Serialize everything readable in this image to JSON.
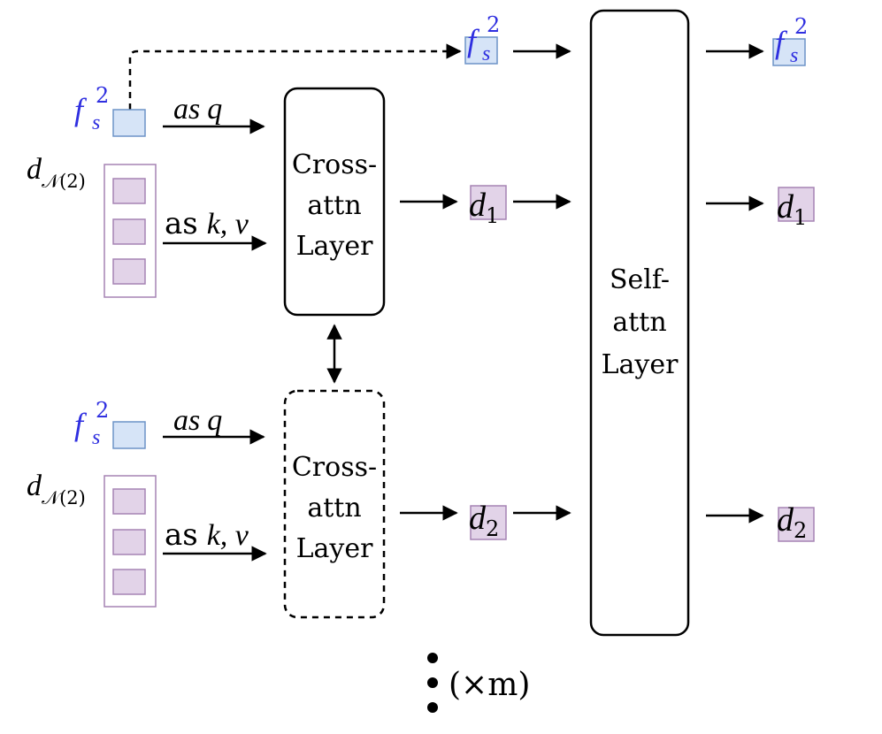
{
  "colors": {
    "feature_fill": "#d6e4f7",
    "feature_stroke": "#6d93c7",
    "feature_text": "#2f2fe0",
    "neighbor_fill": "#e2d3e8",
    "neighbor_stroke": "#a583b4",
    "line": "#000000"
  },
  "labels": {
    "fs_base": "f",
    "fs_sub": "s",
    "fs_sup": "2",
    "dn_base": "d",
    "dn_sub": "𝒩(2)",
    "as_q_prefix": "as",
    "as_q_var": "q",
    "as_kv_prefix": "as",
    "as_kv_vars": "k, v",
    "cross_line1": "Cross-",
    "cross_line2": "attn",
    "cross_line3": "Layer",
    "self_line1": "Self-",
    "self_line2": "attn",
    "self_line3": "Layer",
    "d_base": "d",
    "d1_sub": "1",
    "d2_sub": "2",
    "repeat": "(×m)"
  }
}
